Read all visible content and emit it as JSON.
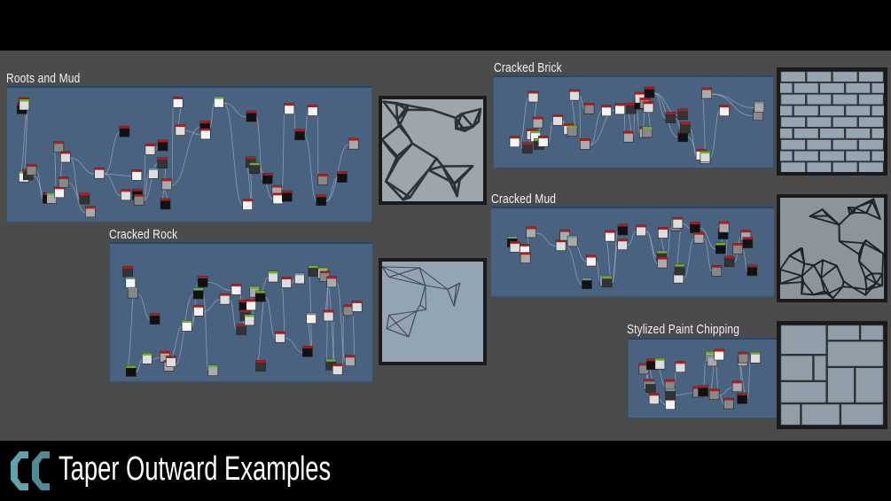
{
  "footer": {
    "title": "Taper Outward Examples",
    "logo_text": "CC"
  },
  "graphs": [
    {
      "id": "roots",
      "title": "Roots and Mud"
    },
    {
      "id": "rock",
      "title": "Cracked Rock"
    },
    {
      "id": "brick",
      "title": "Cracked Brick"
    },
    {
      "id": "mud",
      "title": "Cracked Mud"
    },
    {
      "id": "paint",
      "title": "Stylized Paint Chipping"
    }
  ],
  "colors": {
    "background": "#4b4b4b",
    "graph_bg": "#48627f",
    "node_header_red": "#b31b1b",
    "node_header_green": "#6fae2e",
    "logo": "#5fa3ab"
  }
}
